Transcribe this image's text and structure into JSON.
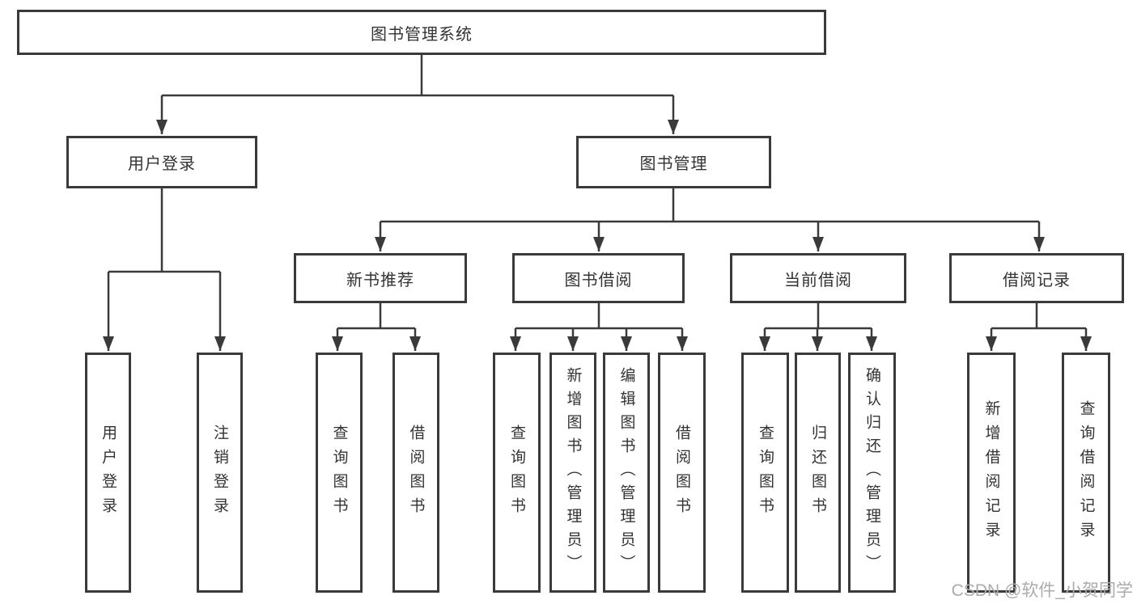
{
  "tree": {
    "label": "图书管理系统",
    "children": [
      {
        "label": "用户登录",
        "children": [
          {
            "label": "用户登录"
          },
          {
            "label": "注销登录"
          }
        ]
      },
      {
        "label": "图书管理",
        "children": [
          {
            "label": "新书推荐",
            "children": [
              {
                "label": "查询图书"
              },
              {
                "label": "借阅图书"
              }
            ]
          },
          {
            "label": "图书借阅",
            "children": [
              {
                "label": "查询图书"
              },
              {
                "label": "新增图书（管理员）"
              },
              {
                "label": "编辑图书（管理员）"
              },
              {
                "label": "借阅图书"
              }
            ]
          },
          {
            "label": "当前借阅",
            "children": [
              {
                "label": "查询图书"
              },
              {
                "label": "归还图书"
              },
              {
                "label": "确认归还（管理员）"
              }
            ]
          },
          {
            "label": "借阅记录",
            "children": [
              {
                "label": "新增借阅记录"
              },
              {
                "label": "查询借阅记录"
              }
            ]
          }
        ]
      }
    ]
  },
  "watermark": {
    "text": "CSDN @软件_小贺同学"
  },
  "colors": {
    "line": "#3a3a3a",
    "box_border": "#3a3a3a",
    "text": "#333333",
    "watermark": "#ababab",
    "background": "#ffffff"
  }
}
